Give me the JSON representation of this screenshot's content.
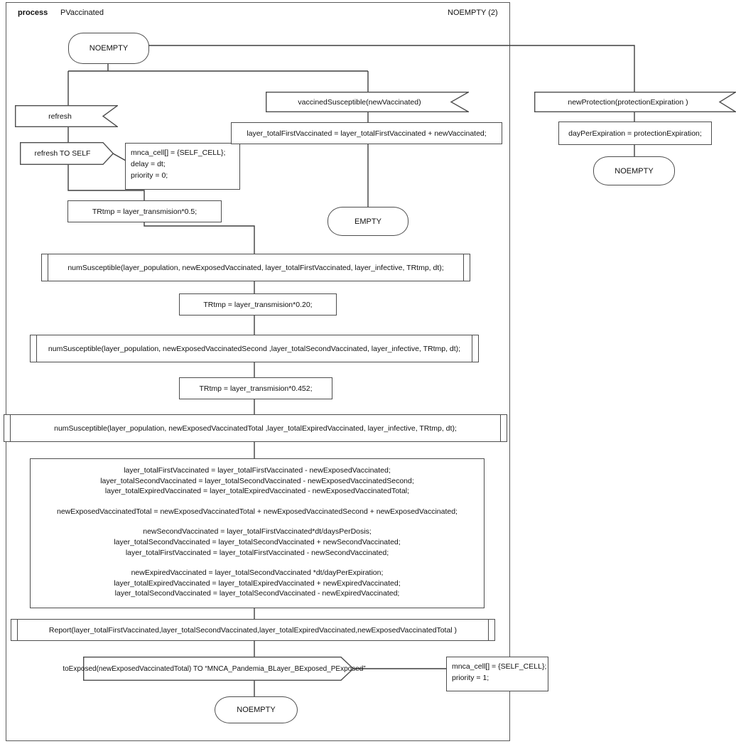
{
  "frame": {
    "kind_label": "process",
    "title": "PVaccinated",
    "state_label": "NOEMPTY (2)"
  },
  "colors": {
    "background": "#ffffff",
    "line": "#3f3f3f",
    "node_border": "#4d4d4d",
    "text": "#111111"
  },
  "states": {
    "start": "NOEMPTY",
    "empty": "EMPTY",
    "protection_end": "NOEMPTY",
    "bottom_end": "NOEMPTY"
  },
  "receives": {
    "refresh": "refresh",
    "vaccined": "vaccinedSusceptible(newVaccinated)",
    "protection": "newProtection(protectionExpiration )"
  },
  "sends": {
    "refresh_to_self": "refresh TO SELF",
    "to_exposed": "toExposed(newExposedVaccinatedTotal) TO “MNCA_Pandemia_BLayer_BExposed_PExposed”"
  },
  "attrs_boxes": {
    "refresh_self": {
      "lines": [
        "mnca_cell[] = {SELF_CELL};",
        "delay = dt;",
        "priority = 0;"
      ]
    },
    "to_exposed": {
      "lines": [
        "mnca_cell[] = {SELF_CELL};",
        "priority = 1;"
      ]
    }
  },
  "assignments": {
    "vaccined": "layer_totalFirstVaccinated = layer_totalFirstVaccinated + newVaccinated;",
    "protection": "dayPerExpiration = protectionExpiration;",
    "trtmp1": "TRtmp  = layer_transmision*0.5;",
    "trtmp2": "TRtmp = layer_transmision*0.20;",
    "trtmp3": "TRtmp = layer_transmision*0.452;"
  },
  "calls": {
    "num1": "numSusceptible(layer_population, newExposedVaccinated, layer_totalFirstVaccinated, layer_infective, TRtmp, dt);",
    "num2": "numSusceptible(layer_population, newExposedVaccinatedSecond ,layer_totalSecondVaccinated, layer_infective, TRtmp, dt);",
    "num3": "numSusceptible(layer_population, newExposedVaccinatedTotal ,layer_totalExpiredVaccinated, layer_infective, TRtmp, dt);",
    "report": "Report(layer_totalFirstVaccinated,layer_totalSecondVaccinated,layer_totalExpiredVaccinated,newExposedVaccinatedTotal )"
  },
  "block": {
    "lines": [
      "layer_totalFirstVaccinated = layer_totalFirstVaccinated - newExposedVaccinated;",
      "layer_totalSecondVaccinated = layer_totalSecondVaccinated - newExposedVaccinatedSecond;",
      "layer_totalExpiredVaccinated = layer_totalExpiredVaccinated - newExposedVaccinatedTotal;",
      "newExposedVaccinatedTotal = newExposedVaccinatedTotal + newExposedVaccinatedSecond  + newExposedVaccinated;",
      "newSecondVaccinated = layer_totalFirstVaccinated*dt/daysPerDosis;",
      "layer_totalSecondVaccinated = layer_totalSecondVaccinated + newSecondVaccinated;",
      "layer_totalFirstVaccinated = layer_totalFirstVaccinated - newSecondVaccinated;",
      "newExpiredVaccinated = layer_totalSecondVaccinated *dt/dayPerExpiration;",
      "layer_totalExpiredVaccinated = layer_totalExpiredVaccinated + newExpiredVaccinated;",
      "layer_totalSecondVaccinated = layer_totalSecondVaccinated - newExpiredVaccinated;"
    ]
  }
}
